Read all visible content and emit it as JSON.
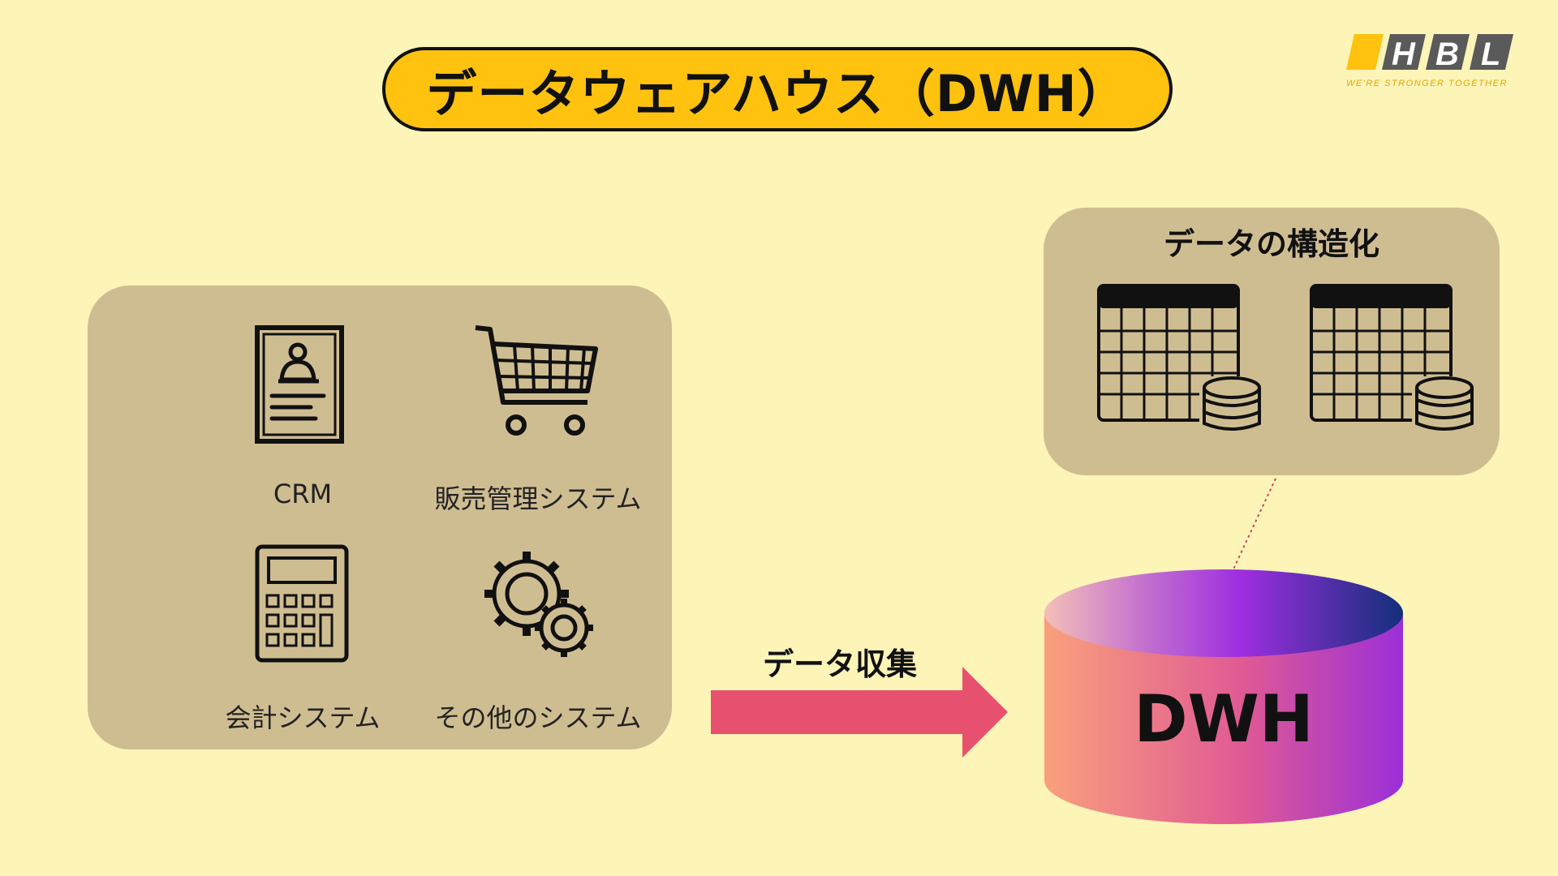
{
  "title": "データウェアハウス（DWH）",
  "logo": {
    "text": "HBL",
    "tagline": "WE'RE STRONGER TOGETHER"
  },
  "sources": {
    "items": [
      {
        "label": "CRM",
        "icon": "id-card-icon"
      },
      {
        "label": "販売管理システム",
        "icon": "shopping-cart-icon"
      },
      {
        "label": "会計システム",
        "icon": "calculator-icon"
      },
      {
        "label": "その他のシステム",
        "icon": "gears-icon"
      }
    ]
  },
  "structuring": {
    "title": "データの構造化",
    "icon": "table-database-icon"
  },
  "flow": {
    "label": "データ収集"
  },
  "dwh": {
    "label": "DWH"
  },
  "colors": {
    "background": "#fdf4b8",
    "title_fill": "#ffc20e",
    "panel": "#cfbd92",
    "arrow": "#e8506f",
    "logo_yellow": "#ffc20e",
    "logo_gray": "#5a5a5a"
  }
}
